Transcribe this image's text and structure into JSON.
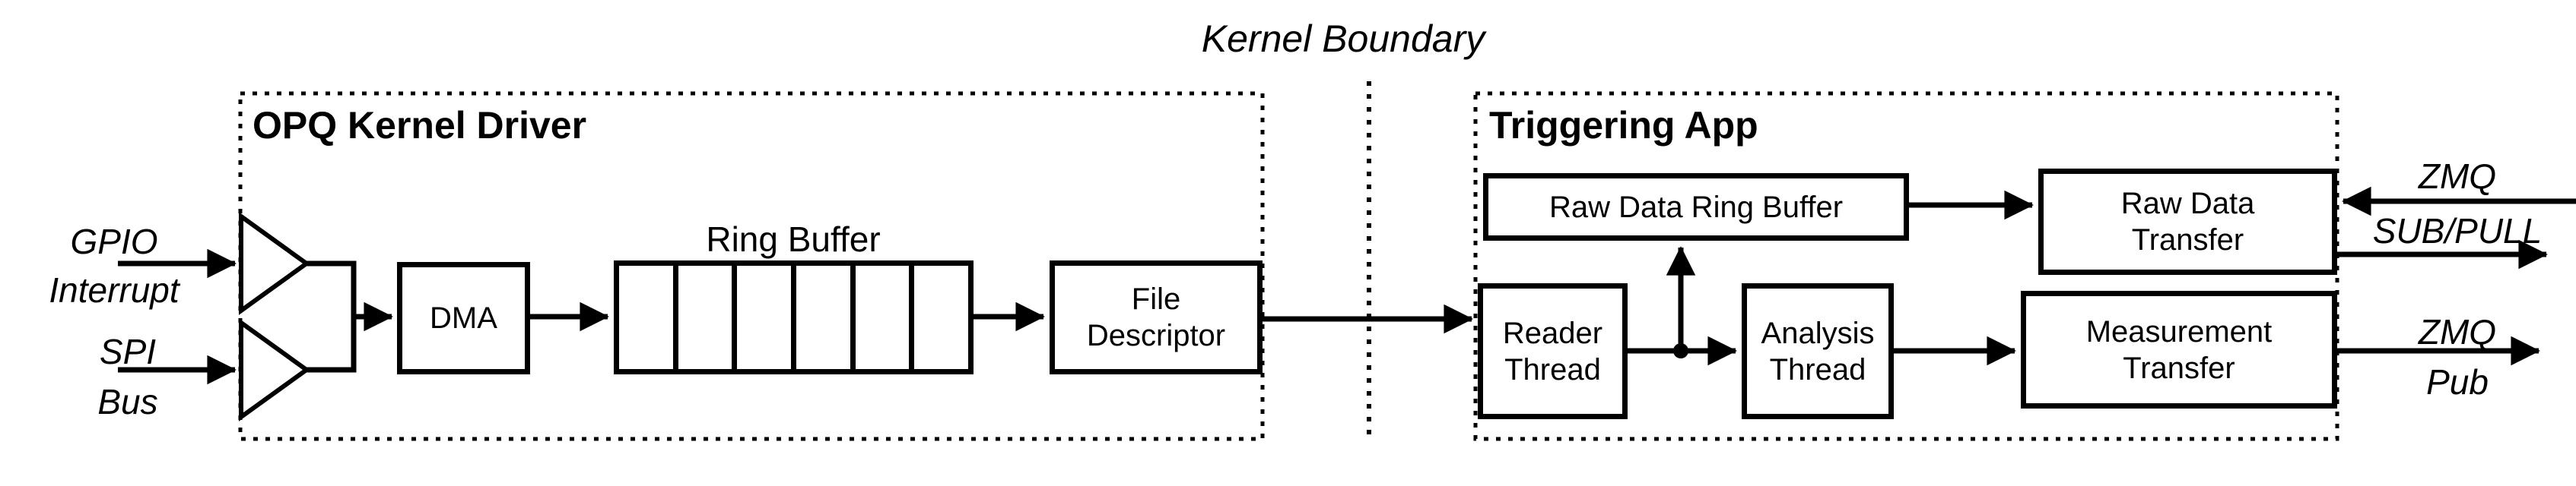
{
  "diagram": {
    "kernel_boundary_label": "Kernel Boundary",
    "left_container": {
      "title": "OPQ Kernel Driver"
    },
    "right_container": {
      "title": "Triggering App"
    },
    "inputs": {
      "gpio": {
        "line1": "GPIO",
        "line2": "Interrupt"
      },
      "spi": {
        "line1": "SPI",
        "line2": "Bus"
      }
    },
    "nodes": {
      "dma": {
        "label": "DMA"
      },
      "ring_buffer": {
        "label": "Ring Buffer",
        "cells": 6
      },
      "file_descriptor": {
        "line1": "File",
        "line2": "Descriptor"
      },
      "raw_data_ring_buffer": {
        "label": "Raw Data Ring Buffer"
      },
      "raw_data_transfer": {
        "line1": "Raw Data",
        "line2": "Transfer"
      },
      "reader_thread": {
        "line1": "Reader",
        "line2": "Thread"
      },
      "analysis_thread": {
        "line1": "Analysis",
        "line2": "Thread"
      },
      "measurement_transfer": {
        "line1": "Measurement",
        "line2": "Transfer"
      }
    },
    "outputs": {
      "zmq_sub_pull": {
        "line1": "ZMQ",
        "line2": "SUB/PULL"
      },
      "zmq_pub": {
        "line1": "ZMQ",
        "line2": "Pub"
      }
    },
    "colors": {
      "ink": "#000000",
      "background": "#ffffff"
    }
  }
}
